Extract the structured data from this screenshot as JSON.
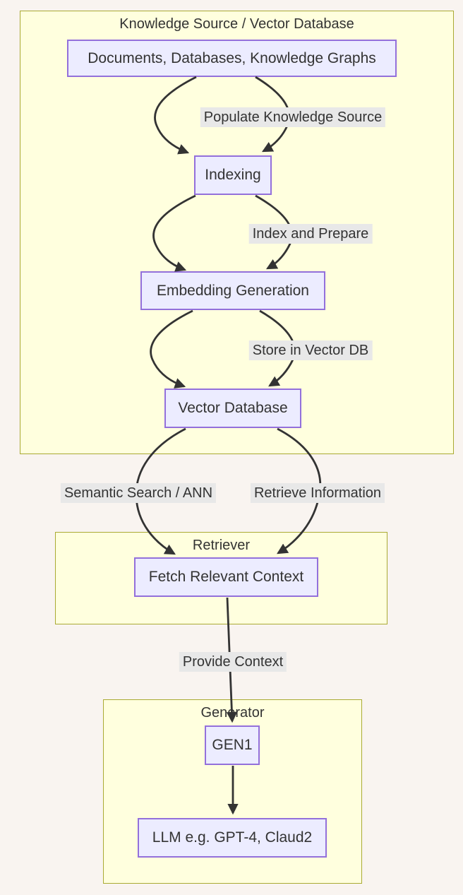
{
  "diagram": {
    "colors": {
      "page_bg": "#f9f4f0",
      "node_fill": "#ECECFF",
      "node_border": "#9370DB",
      "cluster_fill": "#ffffde",
      "cluster_border": "#aaaa33",
      "edge": "#333333",
      "edge_label_bg": "#e8e8e8",
      "text": "#333333"
    },
    "clusters": [
      {
        "id": "knowledge",
        "title": "Knowledge Source / Vector Database"
      },
      {
        "id": "retriever",
        "title": "Retriever"
      },
      {
        "id": "generator",
        "title": "Generator"
      }
    ],
    "nodes": [
      {
        "id": "docs",
        "label": "Documents, Databases, Knowledge Graphs"
      },
      {
        "id": "indexing",
        "label": "Indexing"
      },
      {
        "id": "embedding",
        "label": "Embedding Generation"
      },
      {
        "id": "vectordb",
        "label": "Vector Database"
      },
      {
        "id": "fetch",
        "label": "Fetch Relevant Context"
      },
      {
        "id": "gen1",
        "label": "GEN1"
      },
      {
        "id": "llm",
        "label": "LLM e.g. GPT-4, Claud2"
      }
    ],
    "edges": [
      {
        "from": "docs",
        "to": "indexing",
        "label": ""
      },
      {
        "from": "docs",
        "to": "indexing",
        "label": "Populate Knowledge Source"
      },
      {
        "from": "indexing",
        "to": "embedding",
        "label": ""
      },
      {
        "from": "indexing",
        "to": "embedding",
        "label": "Index and Prepare"
      },
      {
        "from": "embedding",
        "to": "vectordb",
        "label": ""
      },
      {
        "from": "embedding",
        "to": "vectordb",
        "label": "Store in Vector DB"
      },
      {
        "from": "vectordb",
        "to": "fetch",
        "label": "Semantic Search / ANN"
      },
      {
        "from": "vectordb",
        "to": "fetch",
        "label": "Retrieve Information"
      },
      {
        "from": "fetch",
        "to": "gen1",
        "label": "Provide Context"
      },
      {
        "from": "gen1",
        "to": "llm",
        "label": ""
      }
    ]
  }
}
